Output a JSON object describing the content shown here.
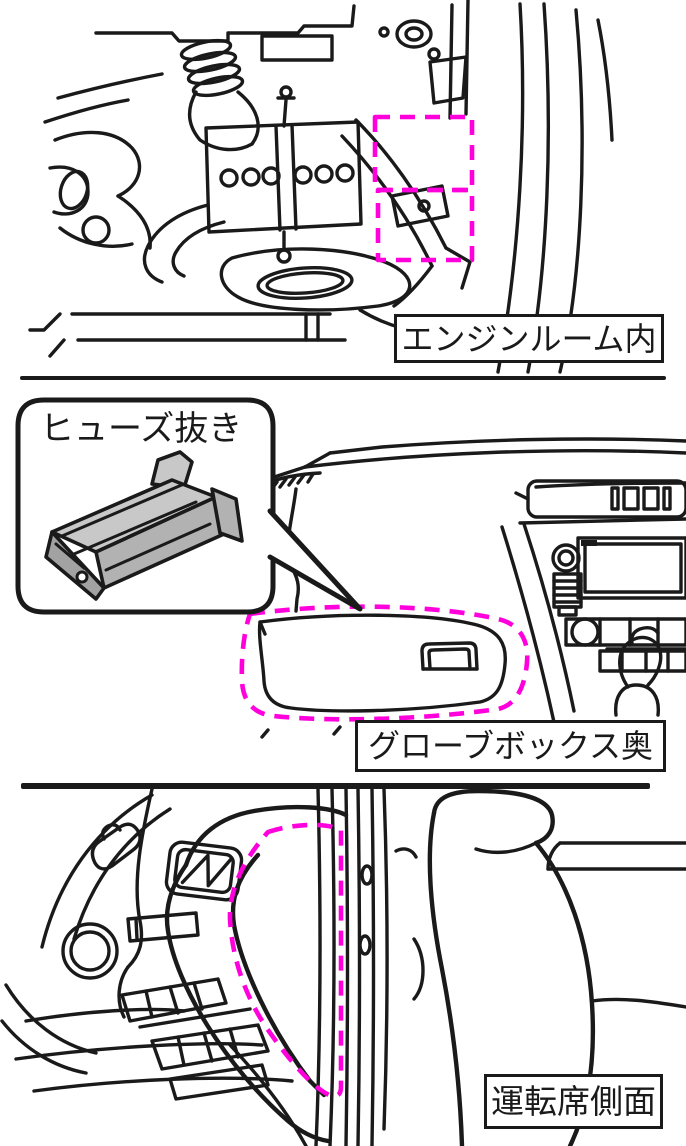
{
  "colors": {
    "background": "#ffffff",
    "ink": "#1a1a1a",
    "highlight": "#ff00dd",
    "tool_light": "#c8c8c8",
    "tool_mid": "#b2b2b2",
    "tool_dark": "#a2a2a2"
  },
  "panels": {
    "engine_room": {
      "caption": "エンジンルーム内",
      "illustration": "engine-bay-line-art",
      "highlight": "dashed-box-over-fuse-box-area"
    },
    "glove_box": {
      "caption": "グローブボックス奥",
      "illustration": "dashboard-passenger-side-line-art",
      "highlight": "dashed-outline-around-glove-box-lid",
      "callout": {
        "label": "ヒューズ抜き",
        "illustration": "fuse-puller-tool"
      }
    },
    "driver_side": {
      "caption": "運転席側面",
      "illustration": "driver-side-dash-line-art",
      "highlight": "dashed-outline-around-instrument-side-panel"
    }
  }
}
